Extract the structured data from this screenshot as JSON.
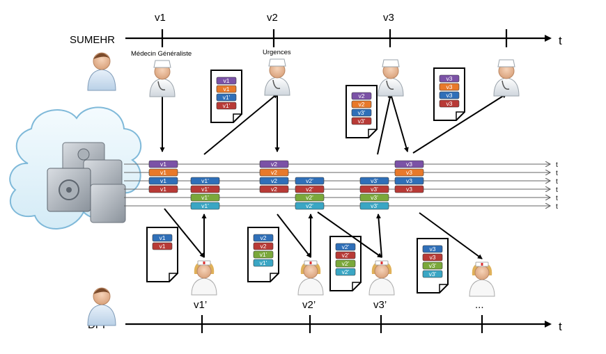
{
  "top_timeline": {
    "label": "SUMEHR",
    "axis_label": "t",
    "ticks": [
      "v1",
      "v2",
      "v3"
    ]
  },
  "bottom_timeline": {
    "label": "DPI",
    "axis_label": "t",
    "ticks": [
      "v1’",
      "v2’",
      "v3’",
      "..."
    ]
  },
  "actor_labels": {
    "gp": "Médecin Généraliste",
    "er": "Urgences"
  },
  "track_axis_label": "t",
  "colors": {
    "purple": "#7b52a6",
    "orange": "#e8792a",
    "blue": "#2f6fb8",
    "red": "#b83a36",
    "green": "#7aa83a",
    "teal": "#3aa6c4"
  },
  "icons": {
    "cloud": "cloud-icon",
    "vault": "vault-icon",
    "patient": "patient-icon",
    "doctor": "doctor-icon",
    "nurse": "nurse-icon",
    "document": "document-icon"
  },
  "track_columns": [
    {
      "tags": [
        "v1",
        "v1",
        "v1",
        "v1",
        "",
        ""
      ]
    },
    {
      "tags": [
        "",
        "",
        "v1’",
        "v1’",
        "v1’",
        "v1’"
      ]
    },
    {
      "tags": [
        "v2",
        "v2",
        "v2",
        "v2",
        "",
        ""
      ]
    },
    {
      "tags": [
        "",
        "",
        "v2’",
        "v2’",
        "v2’",
        "v2’"
      ]
    },
    {
      "tags": [
        "",
        "",
        "v3’",
        "v3’",
        "v3’",
        "v3’"
      ]
    },
    {
      "tags": [
        "v3",
        "v3",
        "v3",
        "v3",
        "",
        ""
      ]
    }
  ],
  "top_documents": [
    {
      "tags": [
        "v1",
        "v1",
        "v1’",
        "v1’"
      ]
    },
    {
      "tags": [
        "v2",
        "v2",
        "v3’",
        "v3’"
      ]
    },
    {
      "tags": [
        "v3",
        "v3",
        "v3",
        "v3"
      ]
    }
  ],
  "bottom_documents": [
    {
      "tags": [
        "v1",
        "v1"
      ]
    },
    {
      "tags": [
        "v2",
        "v2",
        "v1’",
        "v1’"
      ]
    },
    {
      "tags": [
        "v2’",
        "v2’",
        "v2’",
        "v2’"
      ]
    },
    {
      "tags": [
        "v3",
        "v3",
        "v3’",
        "v3’"
      ]
    }
  ]
}
